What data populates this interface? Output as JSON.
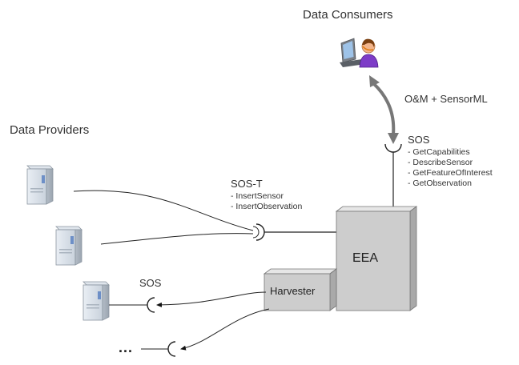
{
  "titles": {
    "consumers": "Data Consumers",
    "providers": "Data Providers"
  },
  "links": {
    "om_sensorml": "O&M + SensorML"
  },
  "sos_main": {
    "label": "SOS",
    "operations": [
      "- GetCapabilities",
      "- DescribeSensor",
      "- GetFeatureOfInterest",
      "- GetObservation"
    ]
  },
  "sos_t": {
    "label": "SOS-T",
    "operations": [
      "- InsertSensor",
      "- InsertObservation"
    ]
  },
  "sos_provider": {
    "label": "SOS"
  },
  "boxes": {
    "eea": "EEA",
    "harvester": "Harvester"
  },
  "ellipsis": "...",
  "icons": [
    "user-at-computer-icon",
    "server-icon",
    "server-icon",
    "server-icon"
  ]
}
